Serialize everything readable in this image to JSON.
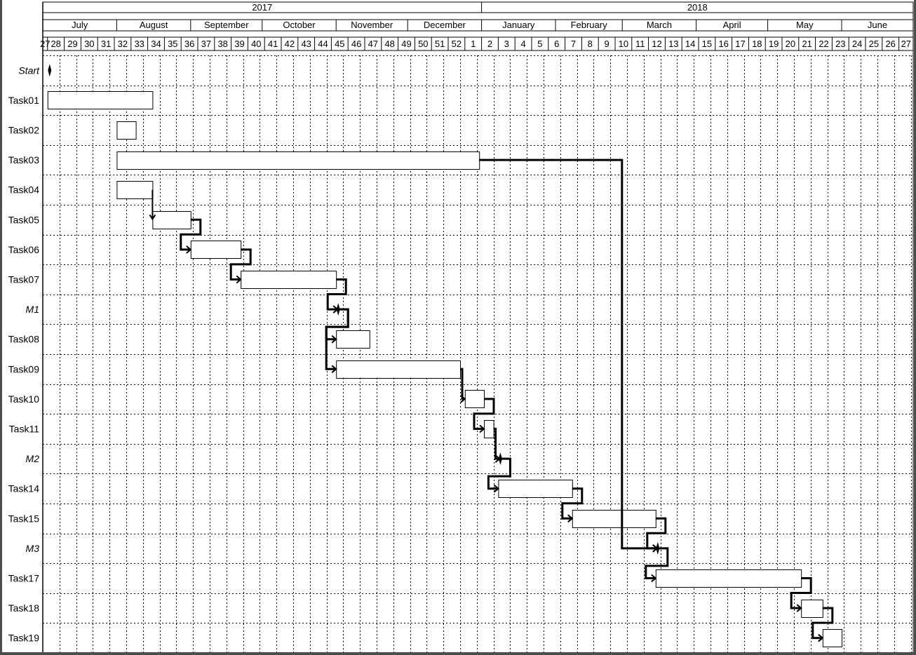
{
  "chart_data": {
    "type": "gantt",
    "grid": true,
    "timeline": {
      "start": "2017-07-01",
      "end": "2018-07-01",
      "years": [
        {
          "label": "2017",
          "start": "2017-07-01",
          "end": "2018-01-01"
        },
        {
          "label": "2018",
          "start": "2018-01-01",
          "end": "2018-07-01"
        }
      ],
      "months": [
        {
          "label": "July",
          "start": "2017-07-01",
          "end": "2017-08-01"
        },
        {
          "label": "August",
          "start": "2017-08-01",
          "end": "2017-09-01"
        },
        {
          "label": "September",
          "start": "2017-09-01",
          "end": "2017-10-01"
        },
        {
          "label": "October",
          "start": "2017-10-01",
          "end": "2017-11-01"
        },
        {
          "label": "November",
          "start": "2017-11-01",
          "end": "2017-12-01"
        },
        {
          "label": "December",
          "start": "2017-12-01",
          "end": "2018-01-01"
        },
        {
          "label": "January",
          "start": "2018-01-01",
          "end": "2018-02-01"
        },
        {
          "label": "February",
          "start": "2018-02-01",
          "end": "2018-03-01"
        },
        {
          "label": "March",
          "start": "2018-03-01",
          "end": "2018-04-01"
        },
        {
          "label": "April",
          "start": "2018-04-01",
          "end": "2018-05-01"
        },
        {
          "label": "May",
          "start": "2018-05-01",
          "end": "2018-06-01"
        },
        {
          "label": "June",
          "start": "2018-06-01",
          "end": "2018-07-01"
        }
      ],
      "weeks": [
        "27",
        "28",
        "29",
        "30",
        "31",
        "32",
        "33",
        "34",
        "35",
        "36",
        "37",
        "38",
        "39",
        "40",
        "41",
        "42",
        "43",
        "44",
        "45",
        "46",
        "47",
        "48",
        "49",
        "50",
        "51",
        "52",
        "1",
        "2",
        "3",
        "4",
        "5",
        "6",
        "7",
        "8",
        "9",
        "10",
        "11",
        "12",
        "13",
        "14",
        "15",
        "16",
        "17",
        "18",
        "19",
        "20",
        "21",
        "22",
        "23",
        "24",
        "25",
        "26",
        "27"
      ]
    },
    "tasks": [
      {
        "name": "Start",
        "milestone": true,
        "start": "2017-07-03"
      },
      {
        "name": "Task01",
        "start": "2017-07-03",
        "end": "2017-08-16"
      },
      {
        "name": "Task02",
        "start": "2017-08-01",
        "end": "2017-08-09"
      },
      {
        "name": "Task03",
        "start": "2017-08-01",
        "end": "2017-12-31"
      },
      {
        "name": "Task04",
        "start": "2017-08-01",
        "end": "2017-08-16"
      },
      {
        "name": "Task05",
        "start": "2017-08-16",
        "end": "2017-09-01"
      },
      {
        "name": "Task06",
        "start": "2017-09-01",
        "end": "2017-09-22"
      },
      {
        "name": "Task07",
        "start": "2017-09-22",
        "end": "2017-11-01"
      },
      {
        "name": "M1",
        "milestone": true,
        "start": "2017-11-01"
      },
      {
        "name": "Task08",
        "start": "2017-11-01",
        "end": "2017-11-15"
      },
      {
        "name": "Task09",
        "start": "2017-11-01",
        "end": "2017-12-23"
      },
      {
        "name": "Task10",
        "start": "2017-12-25",
        "end": "2018-01-02"
      },
      {
        "name": "Task11",
        "start": "2018-01-02",
        "end": "2018-01-06"
      },
      {
        "name": "M2",
        "milestone": true,
        "start": "2018-01-08"
      },
      {
        "name": "Task14",
        "start": "2018-01-08",
        "end": "2018-02-08"
      },
      {
        "name": "Task15",
        "start": "2018-02-08",
        "end": "2018-03-15"
      },
      {
        "name": "M3",
        "milestone": true,
        "start": "2018-03-15"
      },
      {
        "name": "Task17",
        "start": "2018-03-15",
        "end": "2018-05-15"
      },
      {
        "name": "Task18",
        "start": "2018-05-15",
        "end": "2018-05-24"
      },
      {
        "name": "Task19",
        "start": "2018-05-24",
        "end": "2018-06-01"
      }
    ],
    "dependencies": [
      {
        "from": "Task04",
        "to": "Task05",
        "style": "direct"
      },
      {
        "from": "Task05",
        "to": "Task06"
      },
      {
        "from": "Task06",
        "to": "Task07"
      },
      {
        "from": "Task07",
        "to": "M1"
      },
      {
        "from": "M1",
        "to": "Task08"
      },
      {
        "from": "M1",
        "to": "Task09"
      },
      {
        "from": "Task09",
        "to": "Task10"
      },
      {
        "from": "Task10",
        "to": "Task11"
      },
      {
        "from": "Task11",
        "to": "M2"
      },
      {
        "from": "M2",
        "to": "Task14"
      },
      {
        "from": "Task14",
        "to": "Task15"
      },
      {
        "from": "Task15",
        "to": "M3"
      },
      {
        "from": "Task03",
        "to": "M3"
      },
      {
        "from": "M3",
        "to": "Task17"
      },
      {
        "from": "Task17",
        "to": "Task18"
      },
      {
        "from": "Task18",
        "to": "Task19"
      }
    ],
    "colors": {
      "bar_fill": "#ffffff",
      "bar_stroke": "#000000",
      "link": "#000000",
      "frame": "#4d4d4d"
    }
  }
}
